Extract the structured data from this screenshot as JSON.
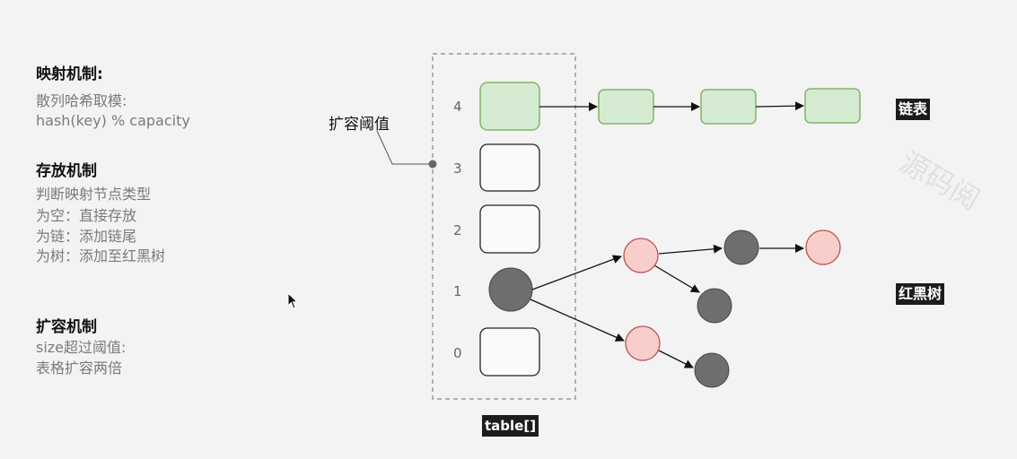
{
  "left_panel": {
    "mapping": {
      "title": "映射机制:",
      "lines": [
        "散列哈希取模:",
        "hash(key) % capacity"
      ]
    },
    "storage": {
      "title": "存放机制",
      "lines": [
        "判断映射节点类型",
        "为空：直接存放",
        "为链：添加链尾",
        "为树：添加至红黑树"
      ]
    },
    "resize": {
      "title": "扩容机制",
      "lines": [
        "size超过阈值:",
        "表格扩容两倍"
      ]
    }
  },
  "diagram": {
    "threshold_label": "扩容阈值",
    "table_label": "table[]",
    "linked_list_label": "链表",
    "rb_tree_label": "红黑树",
    "indices": [
      "4",
      "3",
      "2",
      "1",
      "0"
    ],
    "watermark": "源码阅"
  },
  "colors": {
    "list_node_fill": "#d5ebd1",
    "list_node_stroke": "#82b366",
    "red_node_fill": "#f8cecc",
    "red_node_stroke": "#b85450",
    "black_node_fill": "#6e6e6e",
    "black_node_stroke": "#444444"
  }
}
